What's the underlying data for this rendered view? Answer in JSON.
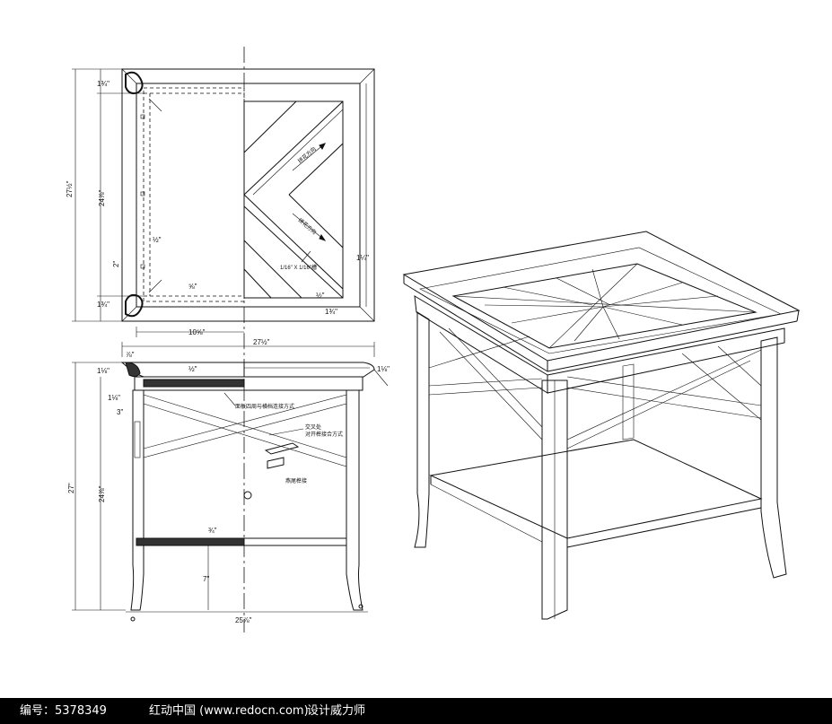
{
  "drawing": {
    "plan_dimensions": {
      "overall_height": "27½\"",
      "inner_height": "24⅞\"",
      "top_edge": "1¾\"",
      "bottom_edge": "1¾\"",
      "rail_offset": "2\"",
      "spacing_a": "½\"",
      "spacing_b": "⅝\"",
      "spacing_c": "1¼\"",
      "half_width": "10⅝\""
    },
    "elevation_dimensions": {
      "top_width": "27½\"",
      "overhang": "⅞\"",
      "top_thickness": "1⅛\"",
      "apron": "1⅛\"",
      "apron_depth": "3\"",
      "shelf_thickness": "¾\"",
      "total_height": "27\"",
      "leg_height": "24⅞\"",
      "shelf_clearance": "7\"",
      "base_width": "25⅞\"",
      "top_panel": "½\""
    },
    "notes": {
      "veneer_1": "拼花方向",
      "veneer_2": "拼花方向",
      "joint_note": "1/16\" X 1/16\"槽",
      "apron_note": "面板四周与横档连接方式",
      "cross_note_1": "交叉处",
      "cross_note_2": "对开榫接合方式",
      "tenon_note": "燕尾榫接"
    }
  },
  "footer": {
    "code_label": "编号：5378349",
    "site_label": "红动中国 (www.redocn.com)",
    "designer_label": "设计威力师"
  }
}
